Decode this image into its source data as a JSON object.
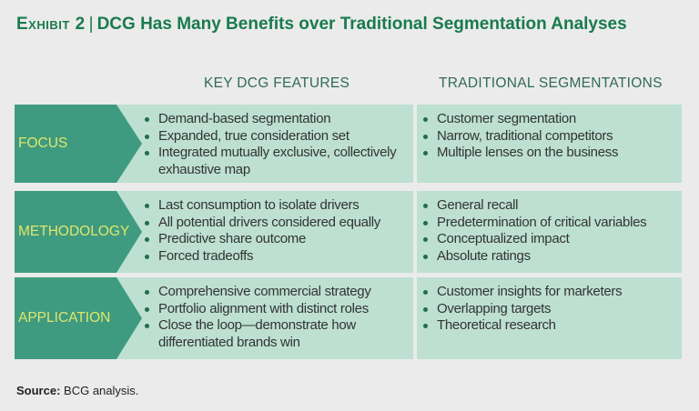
{
  "title": {
    "exhibit": "Exhibit 2",
    "separator": "|",
    "text": "DCG Has Many Benefits over Traditional Segmentation Analyses"
  },
  "columns": {
    "left": "KEY DCG FEATURES",
    "right": "TRADITIONAL SEGMENTATIONS"
  },
  "rows": [
    {
      "label": "FOCUS",
      "dcg": [
        "Demand-based segmentation",
        "Expanded, true consideration set",
        "Integrated mutually exclusive, collectively exhaustive map"
      ],
      "traditional": [
        "Customer segmentation",
        "Narrow, traditional competitors",
        "Multiple lenses on the business"
      ]
    },
    {
      "label": "METHODOLOGY",
      "dcg": [
        "Last consumption to isolate drivers",
        "All potential drivers considered equally",
        "Predictive share outcome",
        "Forced tradeoffs"
      ],
      "traditional": [
        "General recall",
        "Predetermination of critical variables",
        "Conceptualized impact",
        "Absolute ratings"
      ]
    },
    {
      "label": "APPLICATION",
      "dcg": [
        "Comprehensive commercial strategy",
        "Portfolio alignment with distinct roles",
        "Close the loop—demonstrate how differentiated brands win"
      ],
      "traditional": [
        "Customer insights for marketers",
        "Overlapping targets",
        "Theoretical research"
      ]
    }
  ],
  "source": {
    "label": "Source:",
    "text": "BCG analysis."
  }
}
